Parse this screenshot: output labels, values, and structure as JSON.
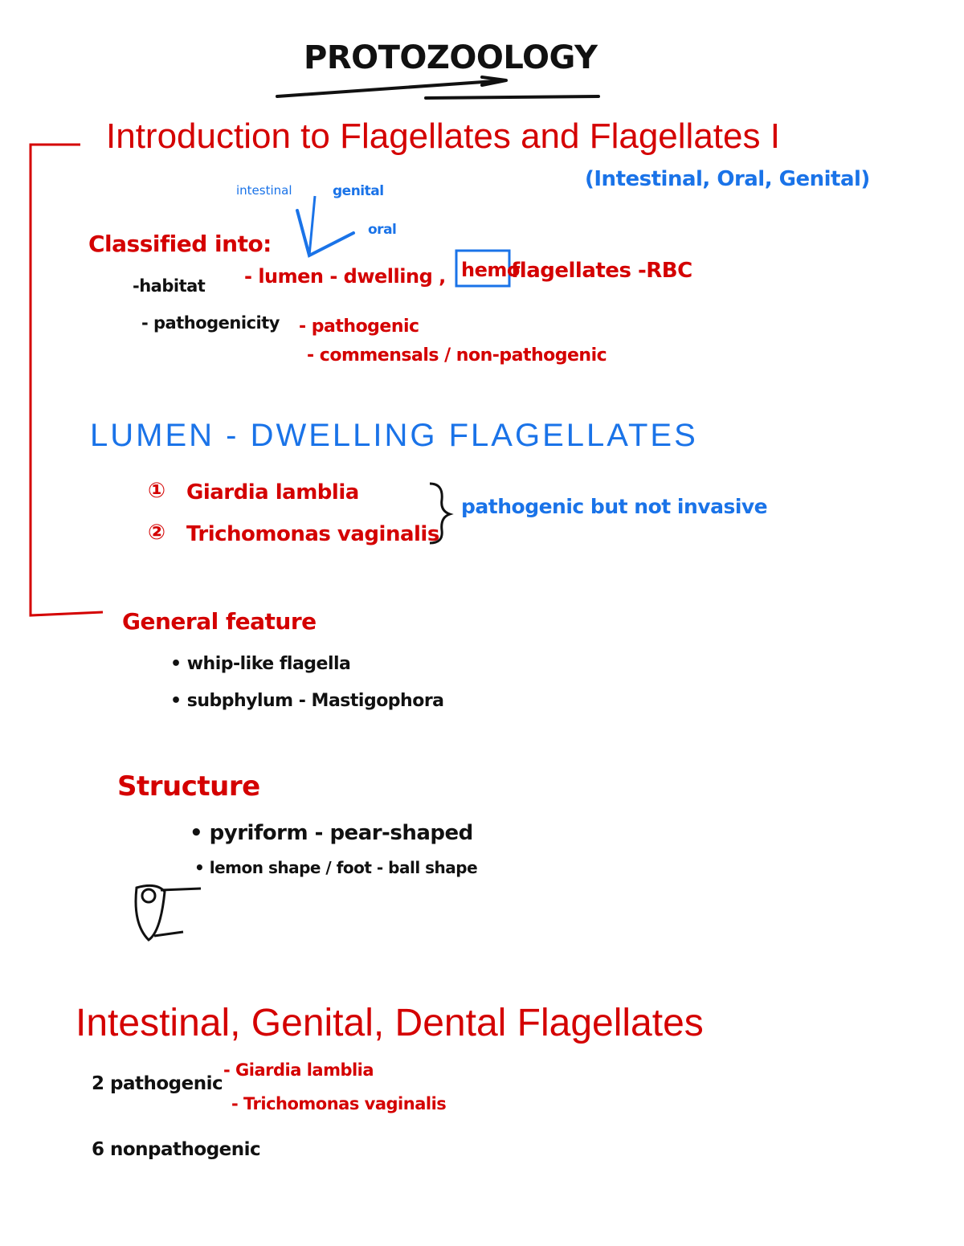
{
  "title": "PROTOZOOLOGY",
  "intro": {
    "heading": "Introduction to Flagellates and Flagellates I",
    "subtitle": "(Intestinal, Oral, Genital)"
  },
  "classified": {
    "label": "Classified into:",
    "annot_intestinal": "intestinal",
    "annot_genital": "genital",
    "annot_oral": "oral",
    "habitat": "-habitat",
    "habitat_value_a": "- lumen - dwelling ,",
    "habitat_boxed": "hemo",
    "habitat_value_b": "flagellates -RBC",
    "pathogenicity": "- pathogenicity",
    "path_a": "- pathogenic",
    "path_b": "- commensals / non-pathogenic"
  },
  "lumen": {
    "heading": "LUMEN - DWELLING FLAGELLATES",
    "item1_num": "①",
    "item1": "Giardia lamblia",
    "item2_num": "②",
    "item2": "Trichomonas vaginalis",
    "note": "pathogenic but not invasive"
  },
  "general": {
    "heading": "General feature",
    "bullet1": "• whip-like flagella",
    "bullet2": "• subphylum - Mastigophora"
  },
  "structure": {
    "heading": "Structure",
    "bullet1": "• pyriform  - pear-shaped",
    "bullet2": "• lemon shape / foot - ball shape"
  },
  "igd": {
    "heading": "Intestinal, Genital, Dental Flagellates",
    "pathogenic_label": "2 pathogenic",
    "pathogenic_1": "- Giardia lamblia",
    "pathogenic_2": "- Trichomonas vaginalis",
    "nonpathogenic": "6 nonpathogenic"
  },
  "colors": {
    "red": "#d40000",
    "blue": "#1a73e8",
    "black": "#111111"
  }
}
